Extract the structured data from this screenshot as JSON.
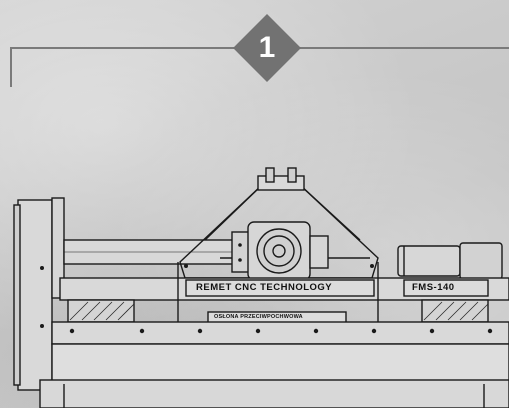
{
  "step_badge": {
    "number": "1"
  },
  "machine": {
    "brand_plate": "REMET CNC TECHNOLOGY",
    "model_plate": "FMS-140",
    "small_plate": "OSŁONA PRZECIWPOCHWOWA"
  }
}
